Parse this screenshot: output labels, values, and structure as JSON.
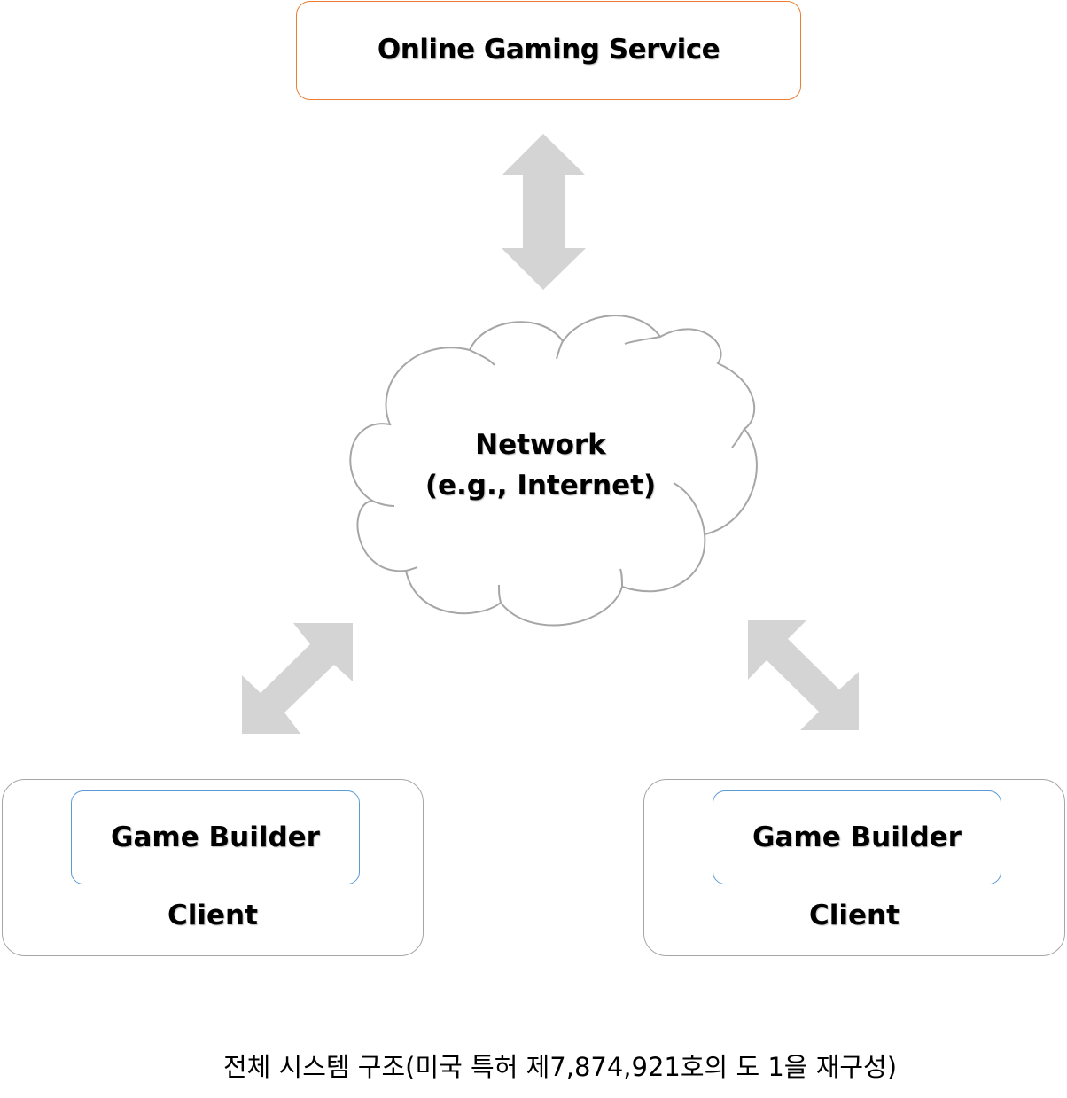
{
  "service": {
    "label": "Online Gaming Service",
    "border_color": "#ED7D31"
  },
  "network": {
    "line1": "Network",
    "line2": "(e.g., Internet)"
  },
  "clients": [
    {
      "builder_label": "Game Builder",
      "client_label": "Client"
    },
    {
      "builder_label": "Game Builder",
      "client_label": "Client"
    }
  ],
  "caption": "전체 시스템 구조(미국 특허 제7,874,921호의 도 1을 재구성)",
  "colors": {
    "arrow": "#d4d4d4",
    "cloud_stroke": "#a6a6a6",
    "builder_border": "#5B9BD5",
    "client_border": "#a6a6a6"
  }
}
